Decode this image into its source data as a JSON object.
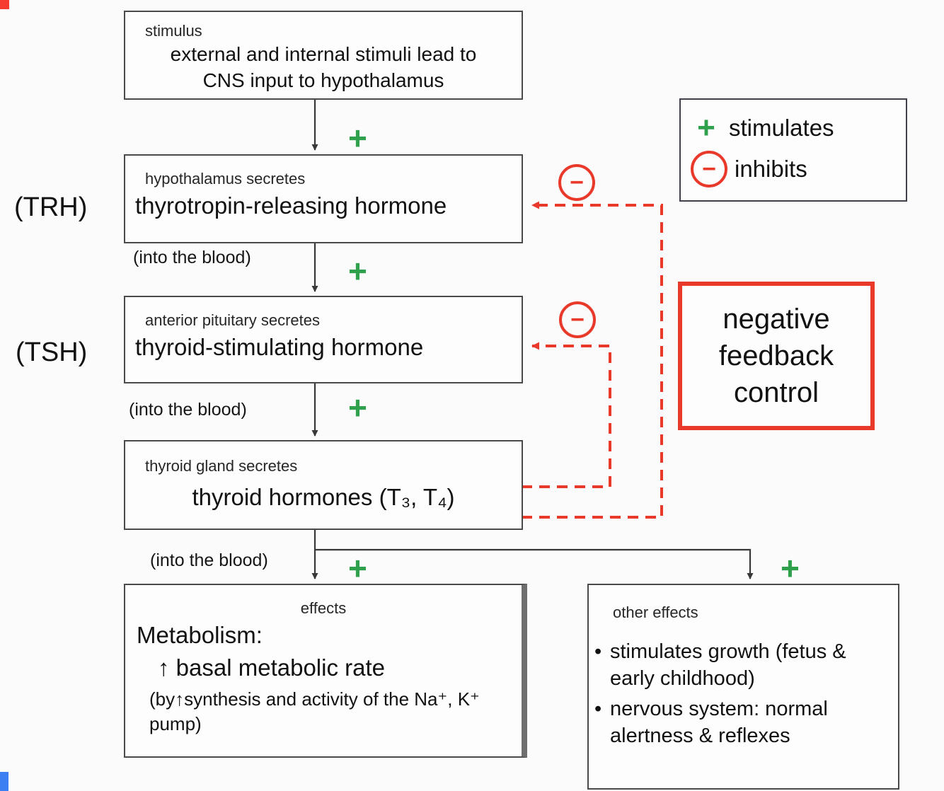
{
  "colors": {
    "green": "#2fa04c",
    "red": "#e8392b",
    "box_border": "#4a4a4a"
  },
  "symbols": {
    "plus": "+",
    "minus": "−",
    "bullet": "•"
  },
  "legend": {
    "stimulates": "stimulates",
    "inhibits": "inhibits"
  },
  "feedback_label": "negative feedback control",
  "flow": {
    "stimulus": {
      "heading": "stimulus",
      "body": "external and internal stimuli lead to CNS input to hypothalamus"
    },
    "trh": {
      "abbrev": "(TRH)",
      "heading": "hypothalamus secretes",
      "body": "thyrotropin-releasing hormone",
      "note": "(into the blood)"
    },
    "tsh": {
      "abbrev": "(TSH)",
      "heading": "anterior pituitary secretes",
      "body": "thyroid-stimulating hormone",
      "note": "(into the blood)"
    },
    "thyroid": {
      "heading": "thyroid gland secretes",
      "body": "thyroid hormones (T₃, T₄)",
      "note": "(into the blood)"
    },
    "effects": {
      "heading": "effects",
      "title": "Metabolism:",
      "line": "↑ basal metabolic rate",
      "detail": "(by↑synthesis and activity of the Na⁺, K⁺ pump)"
    },
    "other_effects": {
      "heading": "other effects",
      "bullets": [
        "stimulates growth (fetus & early childhood)",
        "nervous system: normal alertness & reflexes"
      ]
    }
  }
}
